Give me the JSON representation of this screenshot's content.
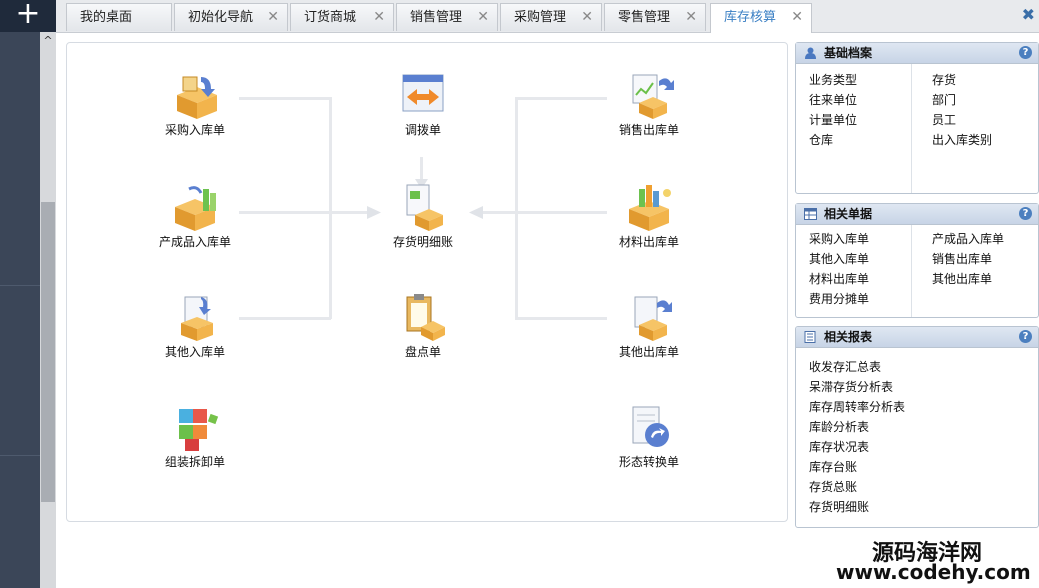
{
  "app": {
    "add_glyph": "+",
    "close_all_glyph": "✖"
  },
  "tabs": [
    {
      "label": "我的桌面",
      "closable": false
    },
    {
      "label": "初始化导航",
      "closable": true
    },
    {
      "label": "订货商城",
      "closable": true
    },
    {
      "label": "销售管理",
      "closable": true
    },
    {
      "label": "采购管理",
      "closable": true
    },
    {
      "label": "零售管理",
      "closable": true
    },
    {
      "label": "库存核算",
      "closable": true,
      "active": true
    }
  ],
  "flow": {
    "purchase_in": "采购入库单",
    "product_in": "产成品入库单",
    "other_in": "其他入库单",
    "assembly": "组装拆卸单",
    "transfer": "调拨单",
    "stock_ledger": "存货明细账",
    "stocktake": "盘点单",
    "sales_out": "销售出库单",
    "material_out": "材料出库单",
    "other_out": "其他出库单",
    "form_convert": "形态转换单"
  },
  "panels": {
    "basic": {
      "title": "基础档案",
      "left": [
        "业务类型",
        "往来单位",
        "计量单位",
        "仓库"
      ],
      "right": [
        "存货",
        "部门",
        "员工",
        "出入库类别"
      ]
    },
    "docs": {
      "title": "相关单据",
      "left": [
        "采购入库单",
        "其他入库单",
        "材料出库单",
        "费用分摊单"
      ],
      "right": [
        "产成品入库单",
        "销售出库单",
        "其他出库单"
      ]
    },
    "reports": {
      "title": "相关报表",
      "items": [
        "收发存汇总表",
        "呆滞存货分析表",
        "库存周转率分析表",
        "库龄分析表",
        "库存状况表",
        "库存台账",
        "存货总账",
        "存货明细账"
      ]
    },
    "help_glyph": "?"
  },
  "watermark": {
    "line1": "源码海洋网",
    "line2": "www.codehy.com"
  }
}
